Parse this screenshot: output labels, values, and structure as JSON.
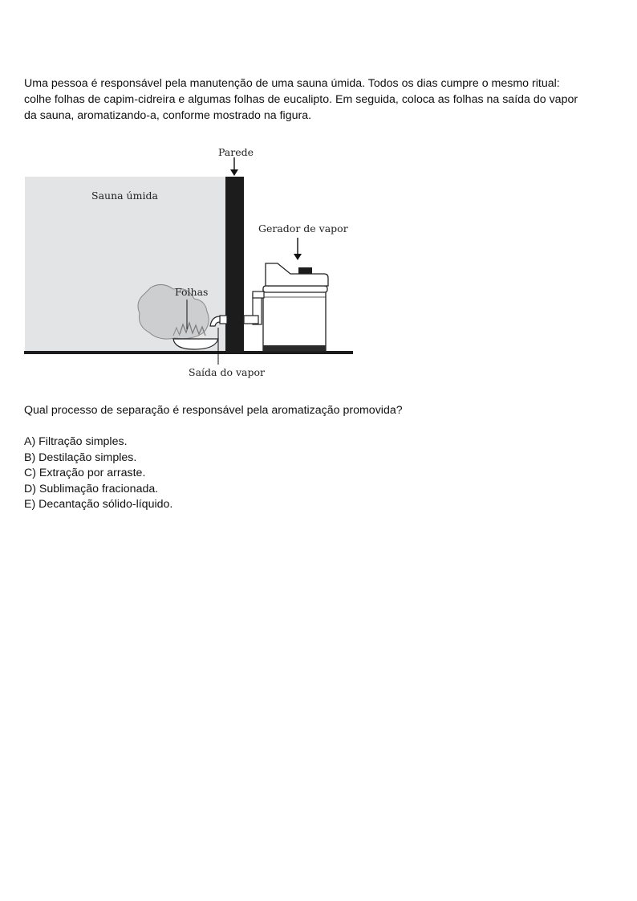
{
  "intro": {
    "line1": "Uma pessoa é responsável pela manutenção de uma sauna úmida. Todos os dias cumpre o mesmo ritual:",
    "line2": "colhe folhas de capim-cidreira e algumas folhas de eucalipto. Em seguida, coloca as folhas na saída do vapor",
    "line3": "da sauna, aromatizando-a, conforme mostrado na figura."
  },
  "figure": {
    "label_wall": "Parede",
    "label_sauna": "Sauna úmida",
    "label_generator": "Gerador de vapor",
    "label_leaves": "Folhas",
    "label_outlet": "Saída do vapor"
  },
  "question": "Qual processo de separação é responsável pela aromatização promovida?",
  "options": [
    "A) Filtração simples.",
    "B) Destilação simples.",
    "C) Extração por arraste.",
    "D) Sublimação fracionada.",
    "E) Decantação sólido-líquido."
  ]
}
